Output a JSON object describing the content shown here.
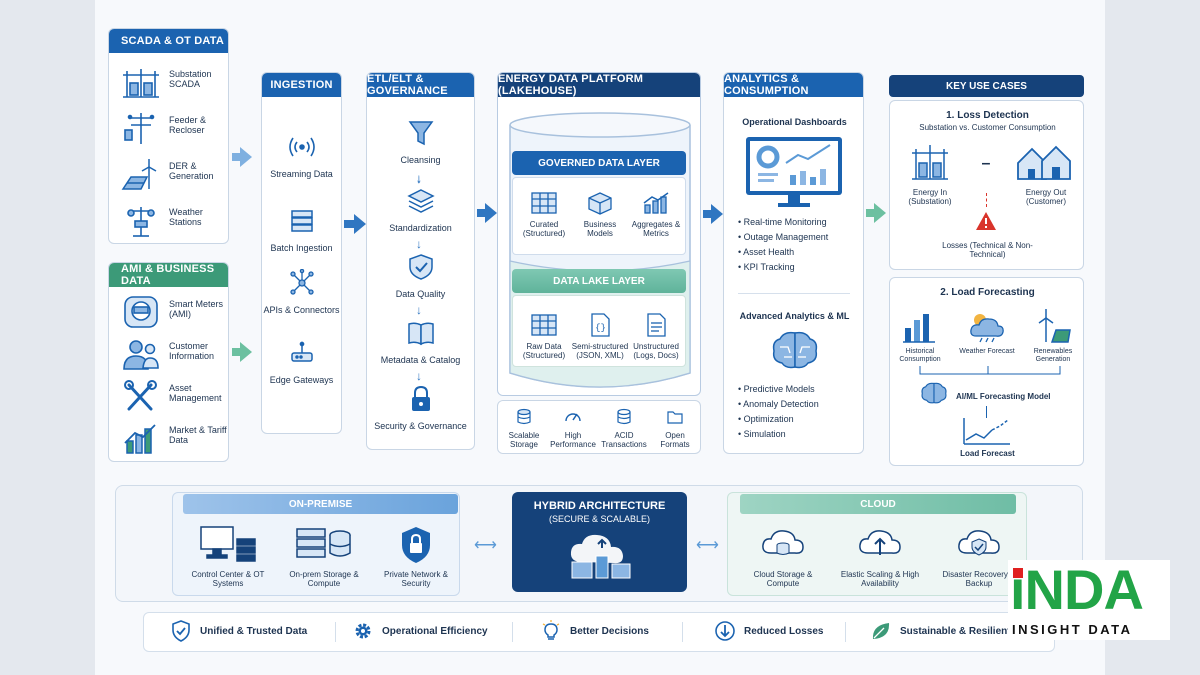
{
  "sources": {
    "scada": {
      "title": "SCADA & OT DATA",
      "items": [
        {
          "label": "Substation SCADA",
          "icon": "substation-icon"
        },
        {
          "label": "Feeder & Recloser",
          "icon": "utility-pole-icon"
        },
        {
          "label": "DER & Generation",
          "icon": "wind-solar-icon"
        },
        {
          "label": "Weather Stations",
          "icon": "weather-station-icon"
        }
      ]
    },
    "ami": {
      "title": "AMI & BUSINESS DATA",
      "items": [
        {
          "label": "Smart Meters (AMI)",
          "icon": "smart-meter-icon"
        },
        {
          "label": "Customer Information",
          "icon": "customers-icon"
        },
        {
          "label": "Asset Management",
          "icon": "wrench-icon"
        },
        {
          "label": "Market & Tariff Data",
          "icon": "market-chart-icon"
        }
      ]
    }
  },
  "ingestion": {
    "title": "INGESTION",
    "items": [
      {
        "label": "Streaming Data",
        "icon": "streaming-icon"
      },
      {
        "label": "Batch Ingestion",
        "icon": "batch-icon"
      },
      {
        "label": "APIs & Connectors",
        "icon": "api-network-icon"
      },
      {
        "label": "Edge Gateways",
        "icon": "router-icon"
      }
    ]
  },
  "etl": {
    "title": "ETL/ELT & GOVERNANCE",
    "items": [
      {
        "label": "Cleansing",
        "icon": "funnel-icon"
      },
      {
        "label": "Standardization",
        "icon": "layers-icon"
      },
      {
        "label": "Data Quality",
        "icon": "shield-check-icon"
      },
      {
        "label": "Metadata & Catalog",
        "icon": "book-icon"
      },
      {
        "label": "Security & Governance",
        "icon": "lock-icon"
      }
    ]
  },
  "platform": {
    "title": "ENERGY DATA PLATFORM (LAKEHOUSE)",
    "governed": {
      "title": "GOVERNED DATA LAYER",
      "items": [
        {
          "label": "Curated (Structured)",
          "icon": "table-icon"
        },
        {
          "label": "Business Models",
          "icon": "cube-icon"
        },
        {
          "label": "Aggregates & Metrics",
          "icon": "bar-trend-icon"
        }
      ]
    },
    "lake": {
      "title": "DATA LAKE LAYER",
      "items": [
        {
          "label": "Raw Data (Structured)",
          "icon": "table-icon"
        },
        {
          "label": "Semi-structured (JSON, XML)",
          "icon": "json-file-icon"
        },
        {
          "label": "Unstructured (Logs, Docs)",
          "icon": "document-icon"
        }
      ]
    },
    "features": [
      {
        "label": "Scalable Storage",
        "icon": "database-icon"
      },
      {
        "label": "High Performance",
        "icon": "gauge-icon"
      },
      {
        "label": "ACID Transactions",
        "icon": "cylinder-icon"
      },
      {
        "label": "Open Formats",
        "icon": "folder-icon"
      }
    ]
  },
  "analytics": {
    "title": "ANALYTICS & CONSUMPTION",
    "dashboards": {
      "title": "Operational Dashboards",
      "bullets": [
        "Real-time Monitoring",
        "Outage Management",
        "Asset Health",
        "KPI Tracking"
      ]
    },
    "ml": {
      "title": "Advanced Analytics & ML",
      "bullets": [
        "Predictive Models",
        "Anomaly Detection",
        "Optimization",
        "Simulation"
      ]
    }
  },
  "use_cases": {
    "title": "KEY USE CASES",
    "loss": {
      "title": "1. Loss Detection",
      "subtitle": "Substation vs. Customer Consumption",
      "energy_in": "Energy In (Substation)",
      "minus": "–",
      "energy_out": "Energy Out (Customer)",
      "losses": "Losses (Technical & Non-Technical)"
    },
    "forecast": {
      "title": "2. Load Forecasting",
      "inputs": [
        "Historical Consumption",
        "Weather Forecast",
        "Renewables Generation"
      ],
      "model": "AI/ML Forecasting Model",
      "output": "Load Forecast"
    }
  },
  "hybrid": {
    "onprem": {
      "title": "ON-PREMISE",
      "items": [
        {
          "label": "Control Center & OT Systems",
          "icon": "desktop-icon"
        },
        {
          "label": "On-prem Storage & Compute",
          "icon": "server-icon"
        },
        {
          "label": "Private Network & Security",
          "icon": "shield-lock-icon"
        }
      ]
    },
    "center": {
      "title": "HYBRID ARCHITECTURE",
      "subtitle": "(SECURE & SCALABLE)"
    },
    "cloud": {
      "title": "CLOUD",
      "items": [
        {
          "label": "Cloud Storage & Compute",
          "icon": "cloud-db-icon"
        },
        {
          "label": "Elastic Scaling & High Availability",
          "icon": "cloud-upload-icon"
        },
        {
          "label": "Disaster Recovery & Backup",
          "icon": "cloud-shield-icon"
        }
      ]
    }
  },
  "benefits": [
    {
      "label": "Unified & Trusted Data",
      "icon": "shield-check-icon"
    },
    {
      "label": "Operational Efficiency",
      "icon": "gear-icon"
    },
    {
      "label": "Better Decisions",
      "icon": "lightbulb-icon"
    },
    {
      "label": "Reduced Losses",
      "icon": "arrow-down-circle-icon"
    },
    {
      "label": "Sustainable & Resilient",
      "icon": "leaf-icon"
    }
  ],
  "watermark": {
    "logo": "iNDA",
    "tagline": "INSIGHT DATA"
  },
  "colors": {
    "primary": "#1b63b0",
    "navy": "#15427a",
    "green": "#3c9a78",
    "red": "#d9342b"
  }
}
